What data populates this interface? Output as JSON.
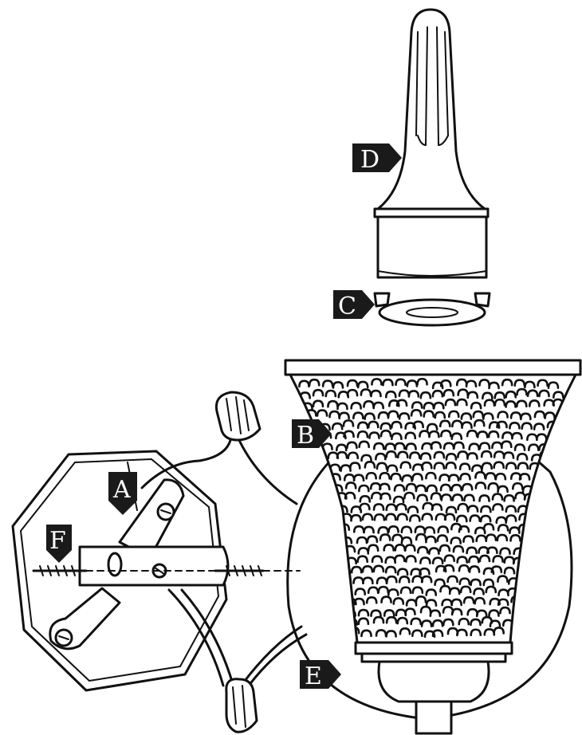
{
  "labels": {
    "A": "A",
    "B": "B",
    "C": "C",
    "D": "D",
    "E": "E",
    "F": "F"
  },
  "colors": {
    "ink": "#111111",
    "tag_background": "#1a1a1a",
    "tag_text": "#ffffff",
    "paper": "#ffffff"
  },
  "icons": {
    "wire_nut": "wire-nut-icon",
    "glass_shade": "glass-shade-icon",
    "mounting_plate": "mounting-plate-icon"
  }
}
